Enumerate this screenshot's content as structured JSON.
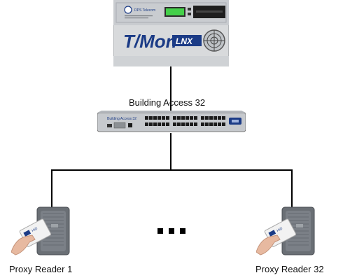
{
  "colors": {
    "connector": "#000000",
    "device_body": "#d8dadc",
    "device_panel": "#c9ccd0",
    "switch_body": "#c6c9cd",
    "port": "#1b1b1b",
    "lcd": "#44d04a",
    "brand_blue": "#1b3b86",
    "reader_body": "#6a6f75",
    "card": "#f2f2f2",
    "hand": "#e7b9a0"
  },
  "controller": {
    "vendor_text": "DPS Telecom",
    "brand_prefix": "T/Mon",
    "brand_suffix": "LNX"
  },
  "switch": {
    "caption": "Building Access 32",
    "panel_text": "Building Access 32"
  },
  "readers": [
    {
      "label": "Proxy Reader 1",
      "card_text": "HID"
    },
    {
      "label": "Proxy Reader 32",
      "card_text": "HID"
    }
  ],
  "icons": {
    "controller": "tmon-controller-icon",
    "switch": "network-switch-icon",
    "reader": "proximity-reader-icon",
    "ellipsis": "ellipsis-icon"
  }
}
